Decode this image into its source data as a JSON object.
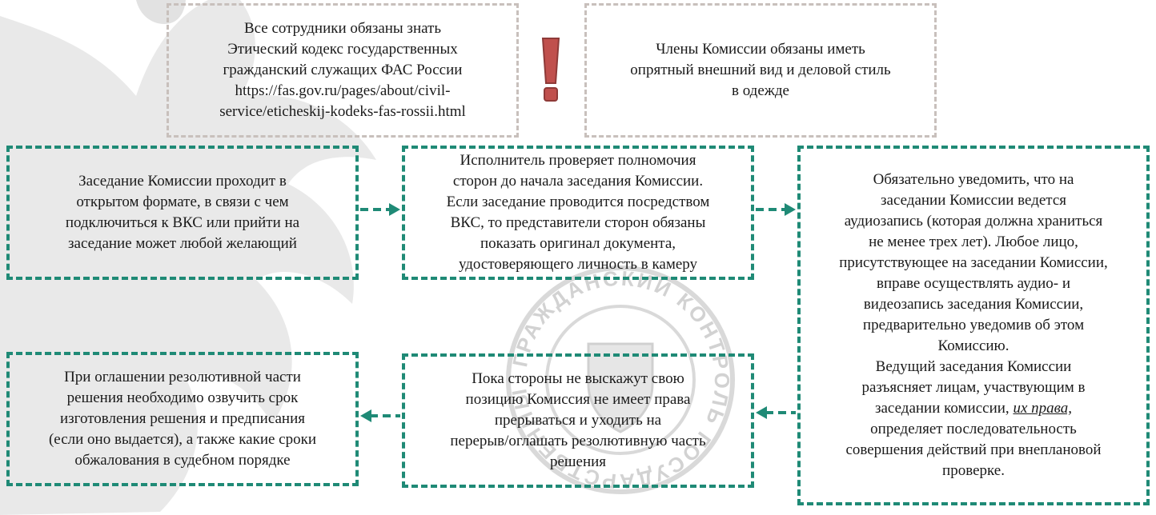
{
  "colors": {
    "teal": "#1f8a76",
    "grey_border": "#c8c0bc",
    "exclamation": "#c0504d",
    "watermark": "#d9d9d9"
  },
  "icons": {
    "alert": "exclamation-icon",
    "arrow": "arrow-right-icon",
    "emblem": "emblem-watermark"
  },
  "watermark": {
    "text": "ГРАЖДАНСКИЙ КОНТРОЛЬ ГОСУДАРСТВЕННЫХ ЗАКУПОК"
  },
  "top_left_note": "Все сотрудники обязаны знать\nЭтический кодекс государственных\nгражданский служащих ФАС России\nhttps://fas.gov.ru/pages/about/civil-\nservice/eticheskij-kodeks-fas-rossii.html",
  "top_right_note": "Члены Комиссии обязаны иметь\nопрятный внешний вид и деловой стиль\nв одежде",
  "step1": "Заседание Комиссии проходит в\nоткрытом формате, в связи с чем\nподключиться к ВКС или прийти на\nзаседание может любой желающий",
  "step2": "Исполнитель проверяет полномочия\nсторон до начала заседания Комиссии.\nЕсли заседание проводится посредством\nВКС, то представители сторон обязаны\nпоказать оригинал документа,\nудостоверяющего личность в камеру",
  "step3_part1": "Обязательно уведомить, что на\nзаседании Комиссии ведется\nаудиозапись (которая должна храниться\nне менее трех лет). Любое лицо,\nприсутствующее на заседании Комиссии,\nвправе осуществлять аудио- и\nвидеозапись заседания Комиссии,\nпредварительно уведомив об этом\nКомиссию.\nВедущий заседания Комиссии\nразъясняет лицам, участвующим в\nзаседании комиссии, ",
  "step3_link": "их права,",
  "step3_part2": "\nопределяет последовательность\nсовершения действий при внеплановой\nпроверке.",
  "step4": "Пока стороны не выскажут свою\nпозицию Комиссия не имеет права\nпрерываться и уходить на\nперерыв/оглашать резолютивную часть\nрешения",
  "step5": "При оглашении резолютивной части\nрешения необходимо озвучить срок\nизготовления решения и предписания\n(если оно выдается), а также какие сроки\nобжалования в судебном порядке"
}
